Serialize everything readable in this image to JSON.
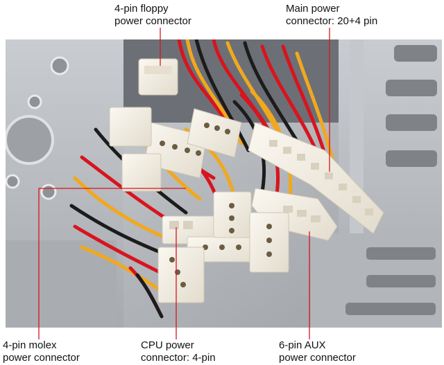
{
  "labels": {
    "floppy": {
      "line1": "4-pin floppy",
      "line2": "power connector"
    },
    "main": {
      "line1": "Main power",
      "line2": "connector: 20+4 pin"
    },
    "molex": {
      "line1": "4-pin molex",
      "line2": "power connector"
    },
    "cpu": {
      "line1": "CPU power",
      "line2": "connector: 4-pin"
    },
    "aux": {
      "line1": "6-pin AUX",
      "line2": "power connector"
    }
  },
  "colors": {
    "leader_line": "#d8141e",
    "chassis": "#b9bcc0",
    "connector": "#f3eee2"
  }
}
